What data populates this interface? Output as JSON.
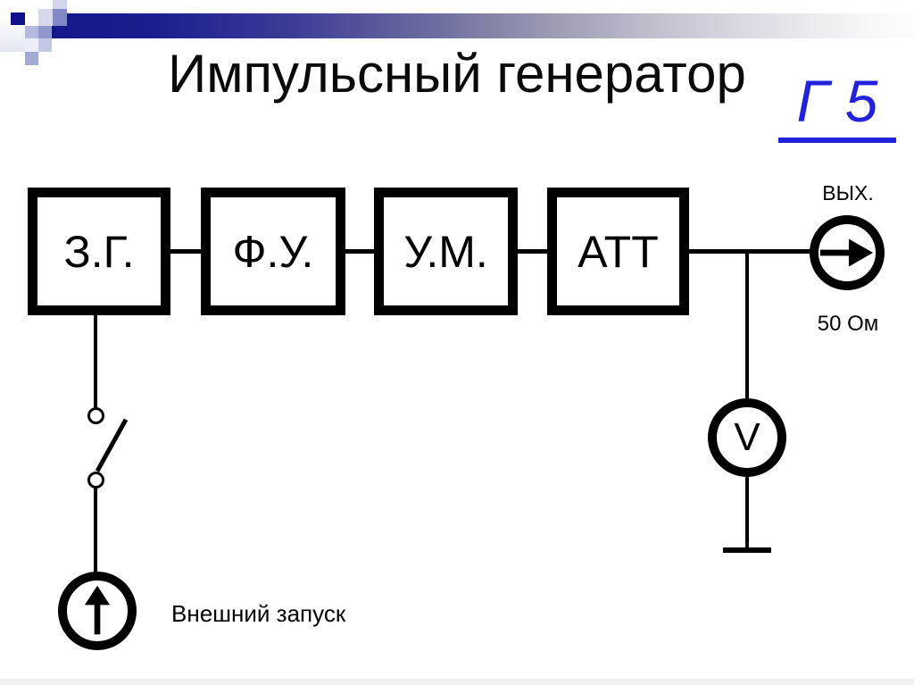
{
  "slide": {
    "title": "Импульсный генератор",
    "link_label": "Г 5"
  },
  "diagram": {
    "blocks": [
      {
        "label": "З.Г."
      },
      {
        "label": "Ф.У."
      },
      {
        "label": "У.М."
      },
      {
        "label": "АТТ"
      }
    ],
    "output": {
      "label": "ВЫХ.",
      "impedance": "50 Ом"
    },
    "voltmeter": {
      "label": "V"
    },
    "trigger": {
      "label": "Внешний запуск"
    }
  },
  "colors": {
    "diagram_line": "#000000",
    "link_blue": "#2222dd",
    "bar_navy": "#17178c"
  }
}
